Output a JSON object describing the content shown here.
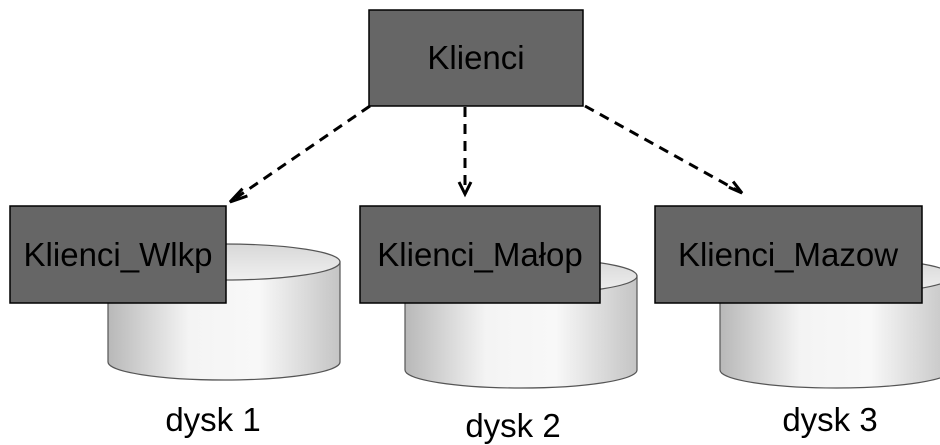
{
  "colors": {
    "box_fill": "#666666",
    "box_stroke": "#000000",
    "arrow": "#000000",
    "disk_side_dark": "#bdbdbd",
    "disk_side_light": "#f7f7f7",
    "disk_top": "#e6e6e6"
  },
  "nodes": {
    "root": {
      "label": "Klienci"
    },
    "children": [
      {
        "label": "Klienci_Wlkp",
        "disk_label": "dysk 1"
      },
      {
        "label": "Klienci_Małop",
        "disk_label": "dysk 2"
      },
      {
        "label": "Klienci_Mazow",
        "disk_label": "dysk 3"
      }
    ]
  },
  "edges": [
    {
      "from": "Klienci",
      "to": "Klienci_Wlkp",
      "style": "dashed",
      "arrow": "open"
    },
    {
      "from": "Klienci",
      "to": "Klienci_Małop",
      "style": "dashed",
      "arrow": "open"
    },
    {
      "from": "Klienci",
      "to": "Klienci_Mazow",
      "style": "dashed",
      "arrow": "open"
    }
  ]
}
